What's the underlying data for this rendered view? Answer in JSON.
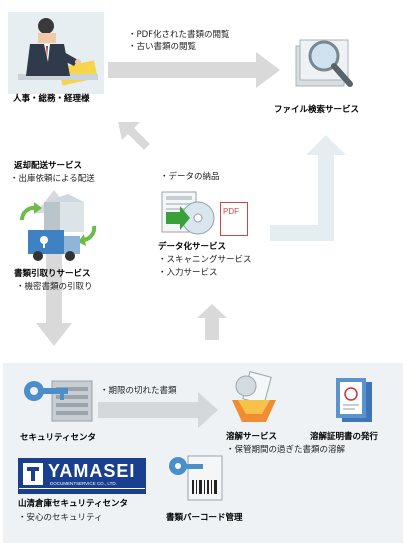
{
  "person": {
    "label": "人事・総務・経理様"
  },
  "top_arrow": {
    "lines": [
      "・PDF化された書類の閲覧",
      "・古い書類の閲覧"
    ]
  },
  "file_search": {
    "label": "ファイル検索サービス"
  },
  "return_service": {
    "title": "返却配送サービス",
    "lines": [
      "・出庫依頼による配送"
    ]
  },
  "delivery": {
    "lines": [
      "・データの納品"
    ]
  },
  "pdf_icon_text": "PDF",
  "digitize": {
    "title": "データ化サービス",
    "lines": [
      "・スキャニングサービス",
      "・入力サービス"
    ]
  },
  "pickup": {
    "title": "書類引取りサービス",
    "lines": [
      "・機密書類の引取り"
    ]
  },
  "panel_arrow": {
    "lines": [
      "・期限の切れた書類"
    ]
  },
  "security_center": {
    "label": "セキュリティセンタ"
  },
  "dissolve": {
    "title": "溶解サービス",
    "lines": [
      "・保管期間の過ぎた書類の溶解"
    ]
  },
  "certificate": {
    "label": "溶解証明書の発行"
  },
  "logo": {
    "brand": "YAMASEI",
    "sub": "DOCUMENTSERVICE CO., LTD."
  },
  "yamasei_center": {
    "title": "山清倉庫セキュリティセンタ",
    "lines": [
      "・安心のセキュリティ"
    ]
  },
  "barcode": {
    "label": "書類バーコード管理"
  },
  "colors": {
    "arrow_gray": "#d9d9d9",
    "arrow_blue": "#e4edf2",
    "panel_bg": "#eef2f5",
    "logo_blue": "#1a3f8f",
    "key_blue": "#4a8fc9"
  }
}
